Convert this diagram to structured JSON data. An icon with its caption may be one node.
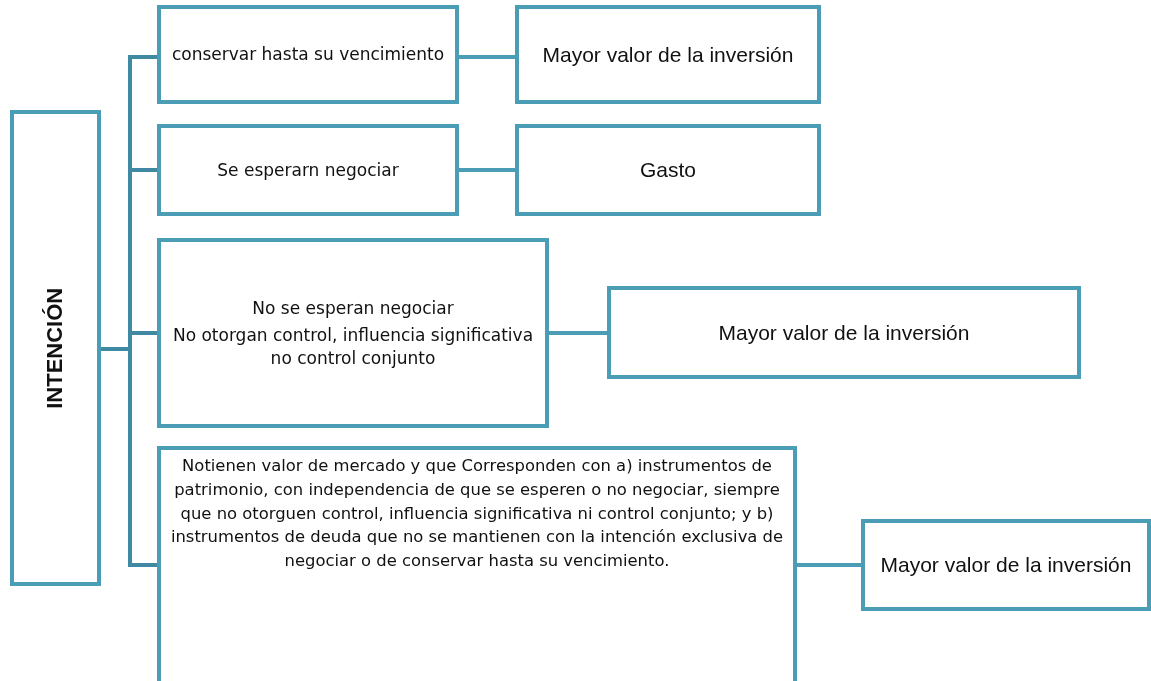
{
  "diagram": {
    "nodes": [
      {
        "text": [
          "INTENCIÓN"
        ]
      },
      {
        "text": [
          "conservar hasta su vencimiento"
        ]
      },
      {
        "text": [
          "Mayor valor de la inversión"
        ]
      },
      {
        "text": [
          "Se esperarn negociar"
        ]
      },
      {
        "text": [
          "Gasto"
        ]
      },
      {
        "text": [
          "No se esperan negociar",
          "No otorgan control, influencia significativa  no control conjunto"
        ]
      },
      {
        "text": [
          "Mayor valor de la inversión"
        ]
      },
      {
        "text": [
          "Notienen valor de mercado y que Corresponden con a) instrumentos de patrimonio, con independencia de que se esperen o no negociar, siempre que no otorguen control, influencia significativa ni control conjunto; y b) instrumentos de deuda que no se mantienen con la intención exclusiva de negociar o de conservar hasta su vencimiento."
        ]
      },
      {
        "text": [
          "Mayor valor de la inversión"
        ]
      }
    ],
    "edges": [
      {
        "from": 0,
        "to": 1,
        "arrow": "none"
      },
      {
        "from": 0,
        "to": 3,
        "arrow": "none"
      },
      {
        "from": 0,
        "to": 5,
        "arrow": "none"
      },
      {
        "from": 0,
        "to": 7,
        "arrow": "none"
      },
      {
        "from": 1,
        "to": 2,
        "arrow": "none"
      },
      {
        "from": 3,
        "to": 4,
        "arrow": "none"
      },
      {
        "from": 5,
        "to": 6,
        "arrow": "none"
      },
      {
        "from": 7,
        "to": 8,
        "arrow": "none"
      }
    ]
  }
}
